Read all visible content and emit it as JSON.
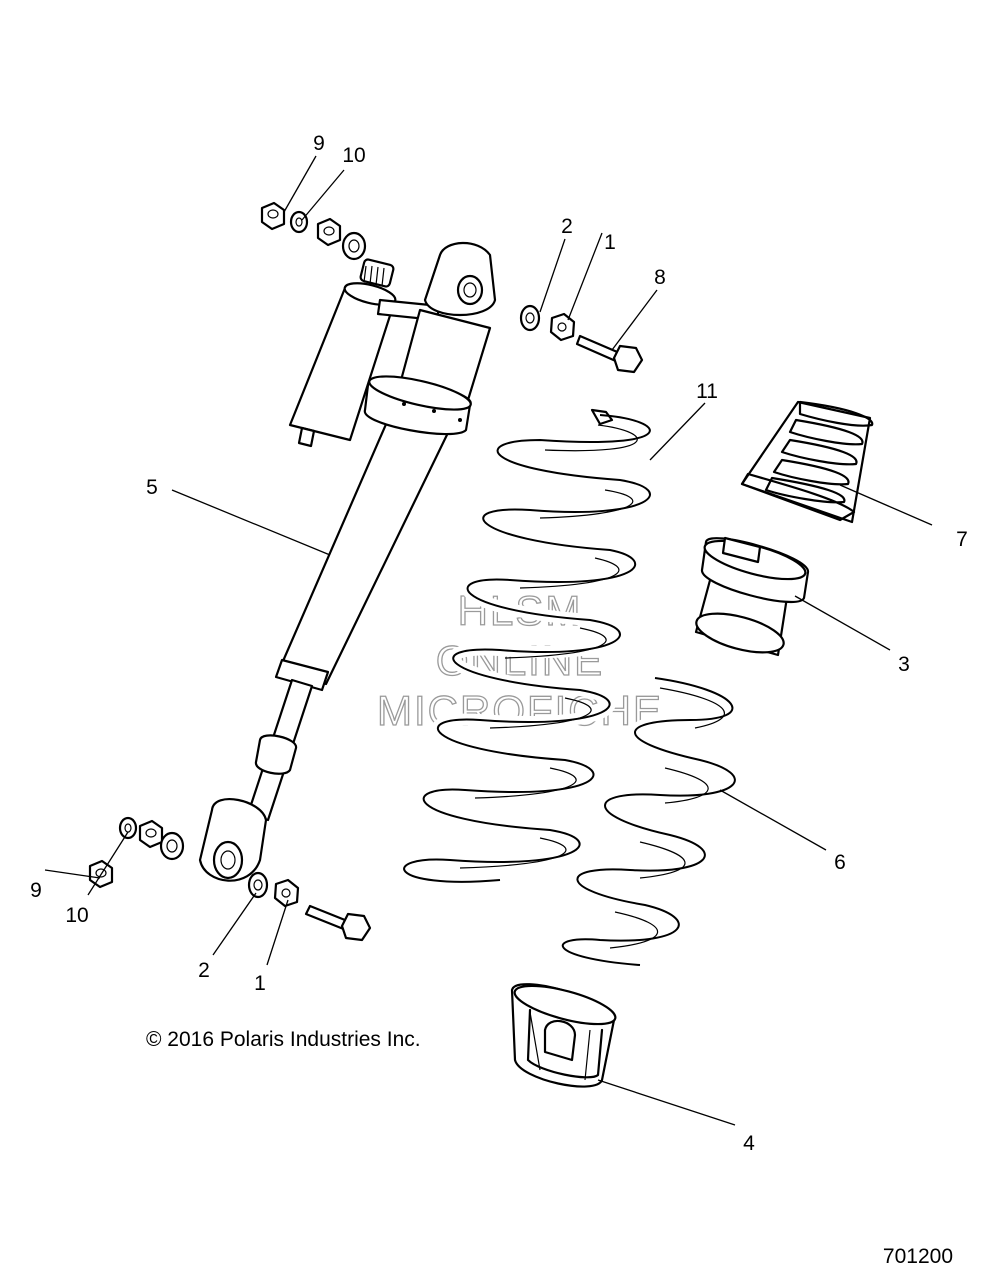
{
  "diagram": {
    "callouts": {
      "c1_top": "1",
      "c2_top": "2",
      "c8": "8",
      "c9_top": "9",
      "c10_top": "10",
      "c11": "11",
      "c5": "5",
      "c7": "7",
      "c3": "3",
      "c6": "6",
      "c9_bot": "9",
      "c10_bot": "10",
      "c2_bot": "2",
      "c1_bot": "1",
      "c4": "4"
    },
    "watermark": {
      "line1": "HLSM",
      "line2": "ONLINE",
      "line3": "MICROFICHE"
    },
    "copyright": "© 2016 Polaris Industries Inc.",
    "drawing_number": "701200"
  }
}
